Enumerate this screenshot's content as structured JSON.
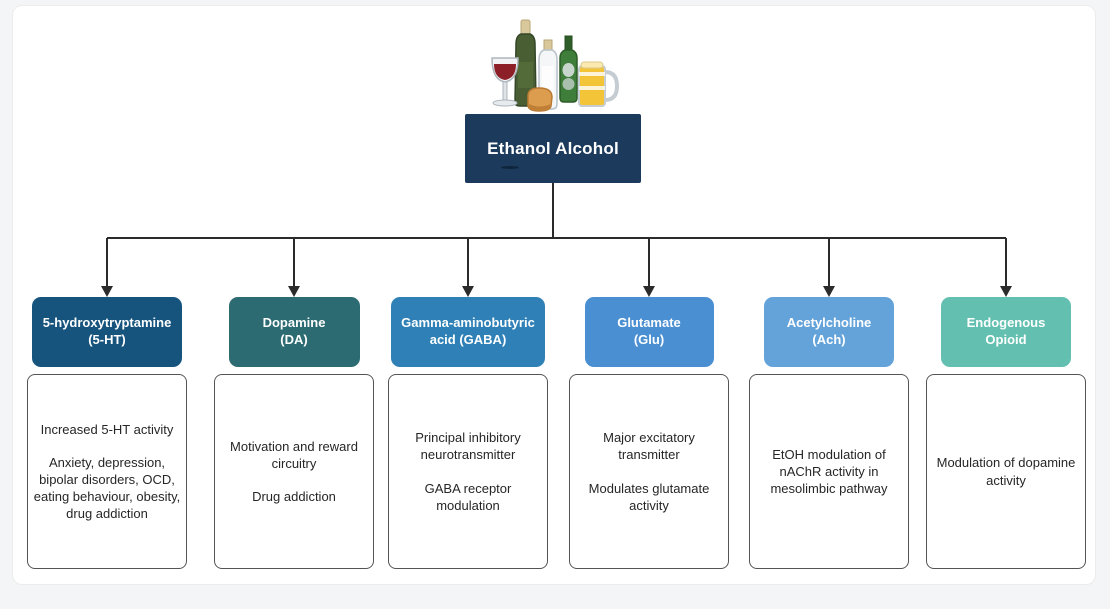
{
  "colors": {
    "page_background": "#f4f5f6",
    "panel_background": "#ffffff",
    "connector": "#2b2b2b",
    "body_border": "#545454",
    "body_text": "#262626"
  },
  "root": {
    "title": "Ethanol Alcohol",
    "color": "#1b3a5c",
    "illustration": "alcohol-bottles-and-glasses"
  },
  "branches": [
    {
      "label": "5-hydroxytryptamine\n(5-HT)",
      "color": "#16547e",
      "lines": [
        "Increased 5-HT activity",
        "Anxiety, depression, bipolar disorders, OCD, eating behaviour, obesity, drug addiction"
      ]
    },
    {
      "label": "Dopamine\n(DA)",
      "color": "#2c6b72",
      "lines": [
        "Motivation and reward circuitry",
        "Drug addiction"
      ]
    },
    {
      "label": "Gamma-aminobutyric\nacid (GABA)",
      "color": "#2e80b6",
      "lines": [
        "Principal inhibitory neurotransmitter",
        "GABA receptor modulation"
      ]
    },
    {
      "label": "Glutamate\n(Glu)",
      "color": "#4a8fd1",
      "lines": [
        "Major excitatory transmitter",
        "Modulates glutamate activity"
      ]
    },
    {
      "label": "Acetylcholine\n(Ach)",
      "color": "#64a3da",
      "lines": [
        "EtOH modulation of nAChR activity in mesolimbic pathway"
      ]
    },
    {
      "label": "Endogenous\nOpioid",
      "color": "#63c0b0",
      "lines": [
        "Modulation of dopamine activity"
      ]
    }
  ]
}
